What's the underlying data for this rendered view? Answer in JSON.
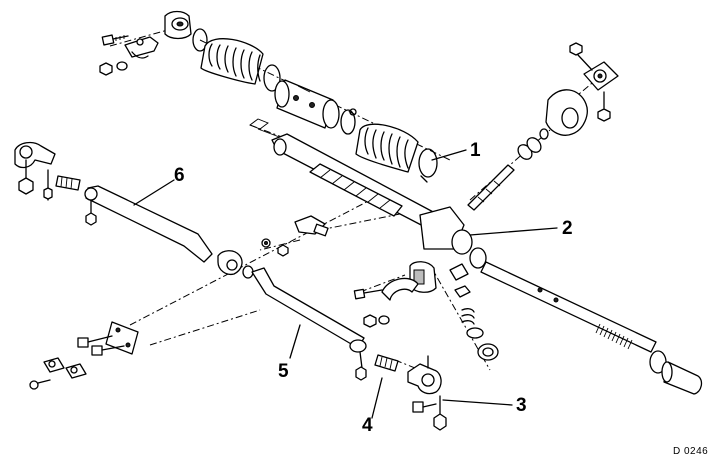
{
  "callouts": {
    "c1": "1",
    "c2": "2",
    "c3": "3",
    "c4": "4",
    "c5": "5",
    "c6": "6"
  },
  "drawing_code": "D 0246",
  "colors": {
    "ink": "#000000",
    "paper": "#ffffff",
    "shade": "#bdbdbd"
  }
}
